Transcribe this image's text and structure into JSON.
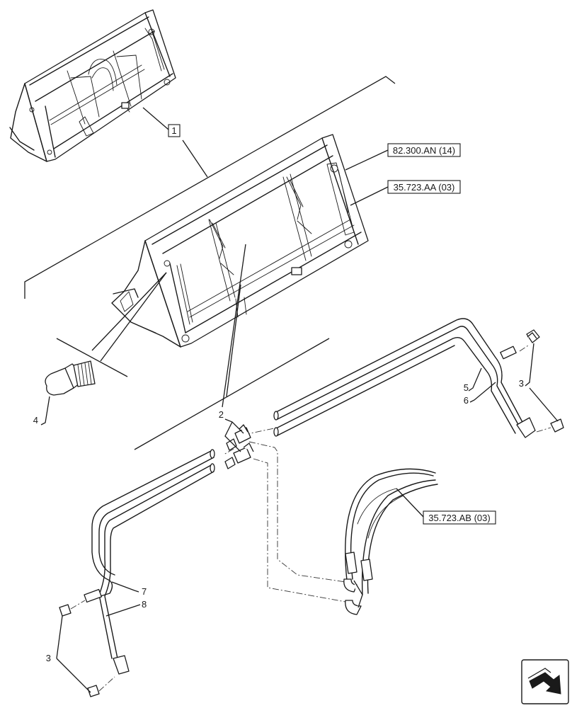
{
  "references": {
    "ref1": "82.300.AN (14)",
    "ref2": "35.723.AA (03)",
    "ref3": "35.723.AB (03)"
  },
  "callouts": {
    "c1": "1",
    "c2": "2",
    "c3a": "3",
    "c3b": "3",
    "c4": "4",
    "c5": "5",
    "c6": "6",
    "c7": "7",
    "c8": "8"
  }
}
